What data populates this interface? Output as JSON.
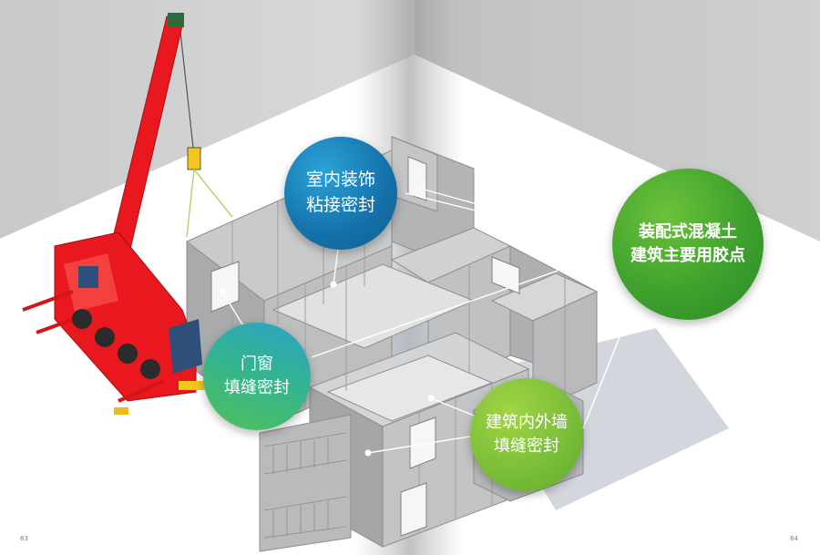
{
  "callouts": {
    "interior_decoration": {
      "line1": "室内装饰",
      "line2": "粘接密封"
    },
    "prefab_concrete": {
      "line1": "装配式混凝土",
      "line2": "建筑主要用胶点"
    },
    "door_window": {
      "line1": "门窗",
      "line2": "填缝密封"
    },
    "building_wall": {
      "line1": "建筑内外墙",
      "line2": "填缝密封"
    }
  },
  "page_numbers": {
    "left": "63",
    "right": "64"
  },
  "colors": {
    "crane_red": "#e8181e",
    "concrete_gray": "#b4b5b6",
    "accent_blue": "#1570a9",
    "accent_green": "#3ea12d",
    "accent_lime": "#78bd38",
    "leader_line": "#ffffff"
  }
}
